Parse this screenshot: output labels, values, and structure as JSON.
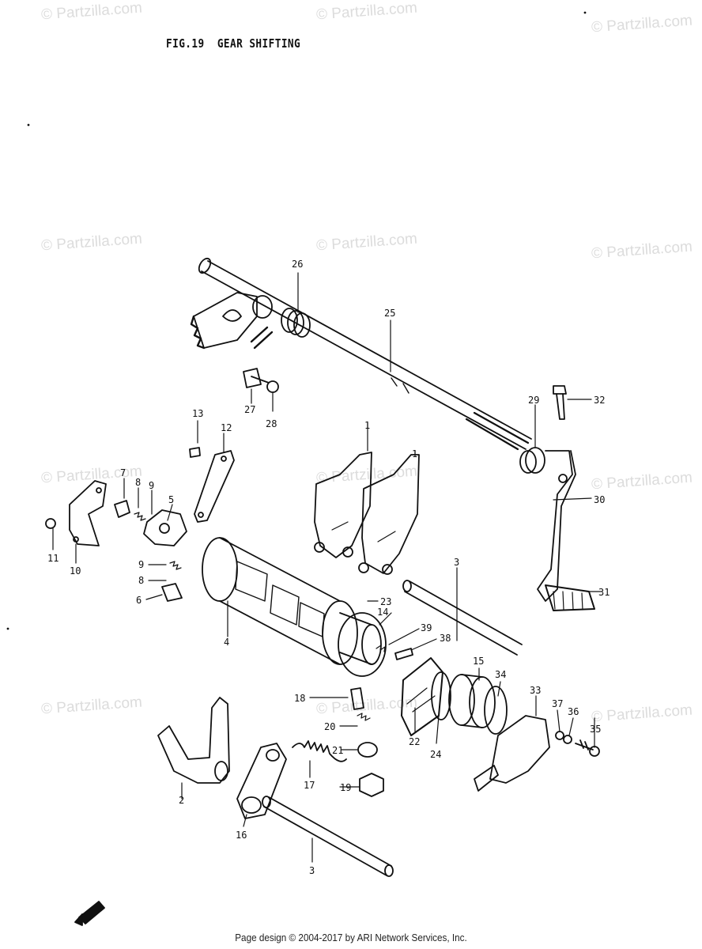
{
  "title": {
    "fig": "FIG.19",
    "name": "GEAR SHIFTING"
  },
  "footer": "Page design © 2004-2017 by ARI Network Services, Inc.",
  "watermark": "© Partzilla.com",
  "callouts": [
    {
      "id": "c26",
      "label": "26"
    },
    {
      "id": "c25",
      "label": "25"
    },
    {
      "id": "c27",
      "label": "27"
    },
    {
      "id": "c28",
      "label": "28"
    },
    {
      "id": "c13",
      "label": "13"
    },
    {
      "id": "c12",
      "label": "12"
    },
    {
      "id": "c1a",
      "label": "1"
    },
    {
      "id": "c1b",
      "label": "1"
    },
    {
      "id": "c29",
      "label": "29"
    },
    {
      "id": "c32",
      "label": "32"
    },
    {
      "id": "c30",
      "label": "30"
    },
    {
      "id": "c31",
      "label": "31"
    },
    {
      "id": "c7",
      "label": "7"
    },
    {
      "id": "c8a",
      "label": "8"
    },
    {
      "id": "c9a",
      "label": "9"
    },
    {
      "id": "c5",
      "label": "5"
    },
    {
      "id": "c11",
      "label": "11"
    },
    {
      "id": "c10",
      "label": "10"
    },
    {
      "id": "c9b",
      "label": "9"
    },
    {
      "id": "c8b",
      "label": "8"
    },
    {
      "id": "c6",
      "label": "6"
    },
    {
      "id": "c4",
      "label": "4"
    },
    {
      "id": "c3a",
      "label": "3"
    },
    {
      "id": "c23",
      "label": "23"
    },
    {
      "id": "c14",
      "label": "14"
    },
    {
      "id": "c39",
      "label": "39"
    },
    {
      "id": "c38",
      "label": "38"
    },
    {
      "id": "c15",
      "label": "15"
    },
    {
      "id": "c34",
      "label": "34"
    },
    {
      "id": "c18",
      "label": "18"
    },
    {
      "id": "c20",
      "label": "20"
    },
    {
      "id": "c21",
      "label": "21"
    },
    {
      "id": "c22",
      "label": "22"
    },
    {
      "id": "c24",
      "label": "24"
    },
    {
      "id": "c33",
      "label": "33"
    },
    {
      "id": "c37",
      "label": "37"
    },
    {
      "id": "c36",
      "label": "36"
    },
    {
      "id": "c35",
      "label": "35"
    },
    {
      "id": "c17",
      "label": "17"
    },
    {
      "id": "c19",
      "label": "19"
    },
    {
      "id": "c2",
      "label": "2"
    },
    {
      "id": "c16",
      "label": "16"
    },
    {
      "id": "c3b",
      "label": "3"
    }
  ]
}
